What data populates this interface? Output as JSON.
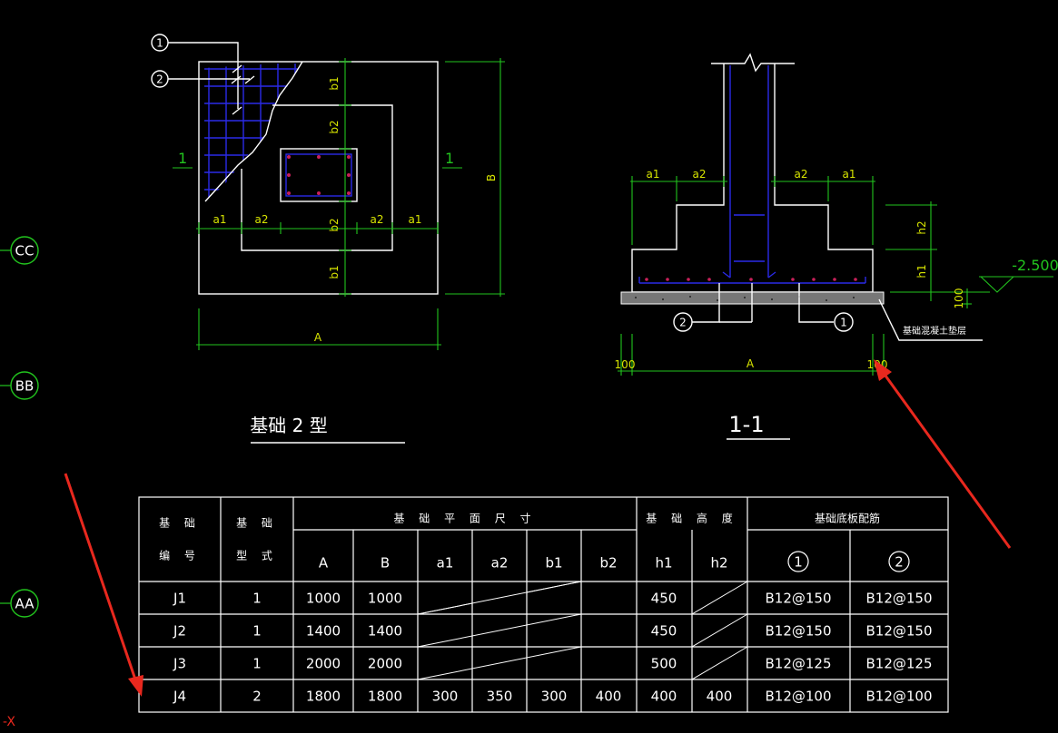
{
  "colors": {
    "background": "#000000",
    "outline": "#ffffff",
    "dimension": "#22c41e",
    "dimension_text": "#d7e400",
    "rebar": "#2a2ae8",
    "arrow": "#e8281e",
    "axis_bubble": "#22c41e"
  },
  "axis_markers": [
    "CC",
    "BB",
    "AA"
  ],
  "axis_corner_label": "-X",
  "plan": {
    "title": "基础 2 型",
    "callouts": [
      "1",
      "2"
    ],
    "section_marks": [
      "1",
      "1"
    ],
    "dims": {
      "a1": "a1",
      "a2": "a2",
      "b1": "b1",
      "b2": "b2",
      "A": "A",
      "B": "B"
    }
  },
  "section": {
    "title": "1-1",
    "elevation": "-2.500",
    "dims": {
      "a1": "a1",
      "a2": "a2",
      "h1": "h1",
      "h2": "h2",
      "A": "A",
      "cover_left": "100",
      "cover_right": "100",
      "pad": "100"
    },
    "callouts": [
      "2",
      "1"
    ],
    "note": "基础混凝土垫层"
  },
  "table": {
    "headers": {
      "id": [
        "基 础",
        "编 号"
      ],
      "type": [
        "基 础",
        "型 式"
      ],
      "plan_size": "基 础 平 面 尺 寸",
      "height": "基 础 高 度",
      "rebar": "基础底板配筋"
    },
    "sub_headers": [
      "A",
      "B",
      "a1",
      "a2",
      "b1",
      "b2",
      "h1",
      "h2",
      "1",
      "2"
    ],
    "rows": [
      {
        "id": "J1",
        "type": "1",
        "A": "1000",
        "B": "1000",
        "a1": "",
        "a2": "",
        "b1": "",
        "b2": "",
        "h1": "450",
        "h2": "",
        "r1": "B12@150",
        "r2": "B12@150"
      },
      {
        "id": "J2",
        "type": "1",
        "A": "1400",
        "B": "1400",
        "a1": "",
        "a2": "",
        "b1": "",
        "b2": "",
        "h1": "450",
        "h2": "",
        "r1": "B12@150",
        "r2": "B12@150"
      },
      {
        "id": "J3",
        "type": "1",
        "A": "2000",
        "B": "2000",
        "a1": "",
        "a2": "",
        "b1": "",
        "b2": "",
        "h1": "500",
        "h2": "",
        "r1": "B12@125",
        "r2": "B12@125"
      },
      {
        "id": "J4",
        "type": "2",
        "A": "1800",
        "B": "1800",
        "a1": "300",
        "a2": "350",
        "b1": "300",
        "b2": "400",
        "h1": "400",
        "h2": "400",
        "r1": "B12@100",
        "r2": "B12@100"
      }
    ]
  }
}
